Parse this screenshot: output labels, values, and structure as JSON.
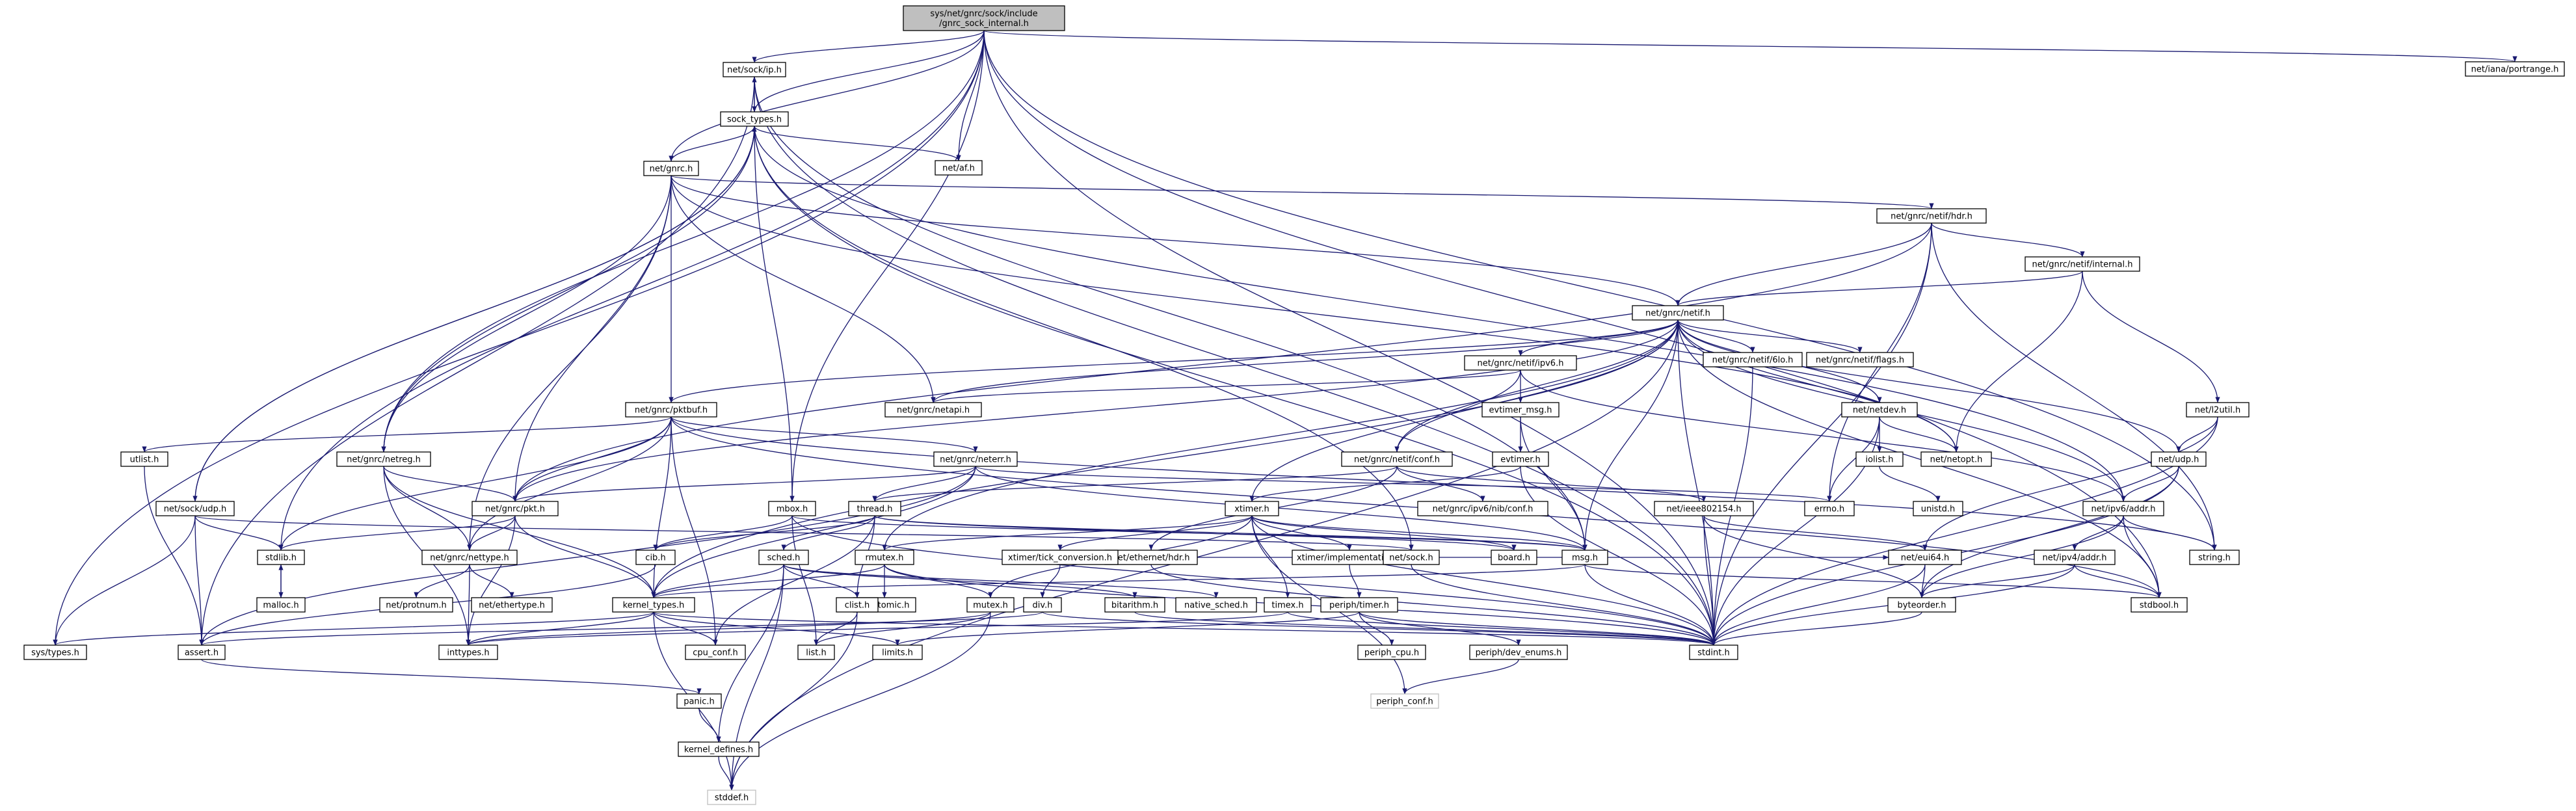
{
  "title": "sys/net/gnrc/sock/include/gnrc_sock_internal.h",
  "colors": {
    "edge": "#191970",
    "root_fill": "#bfbfbf",
    "node_border": "#000000",
    "ghost_border": "#bfbfbf"
  },
  "nodes": [
    {
      "id": "root",
      "lines": [
        "sys/net/gnrc/sock/include",
        "/gnrc_sock_internal.h"
      ],
      "root": true
    },
    {
      "id": "net_sock_ip",
      "lines": [
        "net/sock/ip.h"
      ]
    },
    {
      "id": "sock_types",
      "lines": [
        "sock_types.h"
      ]
    },
    {
      "id": "net_iana_portrange",
      "lines": [
        "net/iana/portrange.h"
      ]
    },
    {
      "id": "net_gnrc",
      "lines": [
        "net/gnrc.h"
      ]
    },
    {
      "id": "net_af",
      "lines": [
        "net/af.h"
      ]
    },
    {
      "id": "net_gnrc_netif_hdr",
      "lines": [
        "net/gnrc/netif/hdr.h"
      ]
    },
    {
      "id": "net_gnrc_netif_internal",
      "lines": [
        "net/gnrc/netif/internal.h"
      ]
    },
    {
      "id": "net_gnrc_netif",
      "lines": [
        "net/gnrc/netif.h"
      ]
    },
    {
      "id": "net_gnrc_netif_ipv6",
      "lines": [
        "net/gnrc/netif/ipv6.h"
      ]
    },
    {
      "id": "net_gnrc_netif_6lo",
      "lines": [
        "net/gnrc/netif/6lo.h"
      ]
    },
    {
      "id": "net_gnrc_netif_flags",
      "lines": [
        "net/gnrc/netif/flags.h"
      ]
    },
    {
      "id": "net_gnrc_netapi",
      "lines": [
        "net/gnrc/netapi.h"
      ]
    },
    {
      "id": "evtimer_msg",
      "lines": [
        "evtimer_msg.h"
      ]
    },
    {
      "id": "evtimer",
      "lines": [
        "evtimer.h"
      ]
    },
    {
      "id": "net_netdev",
      "lines": [
        "net/netdev.h"
      ]
    },
    {
      "id": "iolist",
      "lines": [
        "iolist.h"
      ]
    },
    {
      "id": "net_l2util",
      "lines": [
        "net/l2util.h"
      ]
    },
    {
      "id": "net_udp",
      "lines": [
        "net/udp.h"
      ]
    },
    {
      "id": "net_gnrc_pktbuf",
      "lines": [
        "net/gnrc/pktbuf.h"
      ]
    },
    {
      "id": "utlist",
      "lines": [
        "utlist.h"
      ]
    },
    {
      "id": "net_gnrc_netreg",
      "lines": [
        "net/gnrc/netreg.h"
      ]
    },
    {
      "id": "net_gnrc_netif_conf",
      "lines": [
        "net/gnrc/netif/conf.h"
      ]
    },
    {
      "id": "net_gnrc_ipv6_nib_conf",
      "lines": [
        "net/gnrc/ipv6/nib/conf.h"
      ]
    },
    {
      "id": "net_netopt",
      "lines": [
        "net/netopt.h"
      ]
    },
    {
      "id": "errno",
      "lines": [
        "errno.h"
      ]
    },
    {
      "id": "unistd",
      "lines": [
        "unistd.h"
      ]
    },
    {
      "id": "net_ipv6_addr",
      "lines": [
        "net/ipv6/addr.h"
      ]
    },
    {
      "id": "net_ipv4_addr",
      "lines": [
        "net/ipv4/addr.h"
      ]
    },
    {
      "id": "net_gnrc_nettest",
      "lines": [
        "net/gnrc/neterr.h"
      ]
    },
    {
      "id": "net_ieee802154",
      "lines": [
        "net/ieee802154.h"
      ]
    },
    {
      "id": "net_eui64",
      "lines": [
        "net/eui64.h"
      ]
    },
    {
      "id": "net_sock_udp",
      "lines": [
        "net/sock/udp.h"
      ]
    },
    {
      "id": "mbox",
      "lines": [
        "mbox.h"
      ]
    },
    {
      "id": "thread",
      "lines": [
        "thread.h"
      ]
    },
    {
      "id": "net_gnrc_pkt",
      "lines": [
        "net/gnrc/pkt.h"
      ]
    },
    {
      "id": "xtimer",
      "lines": [
        "xtimer.h"
      ]
    },
    {
      "id": "net_ethernet_hdr",
      "lines": [
        "net/ethernet/hdr.h"
      ]
    },
    {
      "id": "xtimer_implementation",
      "lines": [
        "xtimer/implementation.h"
      ]
    },
    {
      "id": "xtimer_tick_conversion",
      "lines": [
        "xtimer/tick_conversion.h"
      ]
    },
    {
      "id": "rmutex",
      "lines": [
        "rmutex.h"
      ]
    },
    {
      "id": "net_sock",
      "lines": [
        "net/sock.h"
      ]
    },
    {
      "id": "board",
      "lines": [
        "board.h"
      ]
    },
    {
      "id": "msg",
      "lines": [
        "msg.h"
      ]
    },
    {
      "id": "string",
      "lines": [
        "string.h"
      ]
    },
    {
      "id": "stdbool",
      "lines": [
        "stdbool.h"
      ]
    },
    {
      "id": "stdlib",
      "lines": [
        "stdlib.h"
      ]
    },
    {
      "id": "malloc",
      "lines": [
        "malloc.h"
      ]
    },
    {
      "id": "cib",
      "lines": [
        "cib.h"
      ]
    },
    {
      "id": "net_gnrc_nettype",
      "lines": [
        "net/gnrc/nettype.h"
      ]
    },
    {
      "id": "net_protnum",
      "lines": [
        "net/protnum.h"
      ]
    },
    {
      "id": "net_ethertype",
      "lines": [
        "net/ethertype.h"
      ]
    },
    {
      "id": "sched",
      "lines": [
        "sched.h"
      ]
    },
    {
      "id": "stdatomic",
      "lines": [
        "stdatomic.h"
      ]
    },
    {
      "id": "div",
      "lines": [
        "div.h"
      ]
    },
    {
      "id": "periph_timer",
      "lines": [
        "periph/timer.h"
      ]
    },
    {
      "id": "kernel_types",
      "lines": [
        "kernel_types.h"
      ]
    },
    {
      "id": "clist",
      "lines": [
        "clist.h"
      ]
    },
    {
      "id": "mutex",
      "lines": [
        "mutex.h"
      ]
    },
    {
      "id": "bitarithm",
      "lines": [
        "bitarithm.h"
      ]
    },
    {
      "id": "native_sched",
      "lines": [
        "native_sched.h"
      ]
    },
    {
      "id": "timex",
      "lines": [
        "timex.h"
      ]
    },
    {
      "id": "byteorder",
      "lines": [
        "byteorder.h"
      ]
    },
    {
      "id": "sys_types",
      "lines": [
        "sys/types.h"
      ]
    },
    {
      "id": "assert",
      "lines": [
        "assert.h"
      ]
    },
    {
      "id": "inttypes",
      "lines": [
        "inttypes.h"
      ]
    },
    {
      "id": "cpu_conf",
      "lines": [
        "cpu_conf.h"
      ]
    },
    {
      "id": "limits",
      "lines": [
        "limits.h"
      ]
    },
    {
      "id": "list",
      "lines": [
        "list.h"
      ]
    },
    {
      "id": "stdint",
      "lines": [
        "stdint.h"
      ]
    },
    {
      "id": "periph_cpu",
      "lines": [
        "periph_cpu.h"
      ]
    },
    {
      "id": "periph_dev_enums",
      "lines": [
        "periph/dev_enums.h"
      ]
    },
    {
      "id": "periph_conf",
      "lines": [
        "periph_conf.h"
      ],
      "ghost": true
    },
    {
      "id": "panic",
      "lines": [
        "panic.h"
      ]
    },
    {
      "id": "kernel_defines",
      "lines": [
        "kernel_defines.h"
      ]
    },
    {
      "id": "stddef",
      "lines": [
        "stddef.h"
      ],
      "ghost": true
    }
  ],
  "edges": [
    [
      "root",
      "net_sock_ip"
    ],
    [
      "root",
      "sock_types"
    ],
    [
      "root",
      "net_iana_portrange"
    ],
    [
      "root",
      "net_gnrc"
    ],
    [
      "root",
      "net_af"
    ],
    [
      "root",
      "mbox"
    ],
    [
      "root",
      "net_gnrc_netreg"
    ],
    [
      "root",
      "stdlib"
    ],
    [
      "root",
      "sys_types"
    ],
    [
      "root",
      "string"
    ],
    [
      "root",
      "stdbool"
    ],
    [
      "root",
      "stdint"
    ],
    [
      "net_sock_ip",
      "sock_types"
    ],
    [
      "net_sock_ip",
      "assert"
    ],
    [
      "net_sock_ip",
      "msg"
    ],
    [
      "net_sock_ip",
      "stdint"
    ],
    [
      "sock_types",
      "net_sock_ip"
    ],
    [
      "sock_types",
      "net_gnrc"
    ],
    [
      "sock_types",
      "net_af"
    ],
    [
      "sock_types",
      "mbox"
    ],
    [
      "sock_types",
      "net_sock_udp"
    ],
    [
      "sock_types",
      "net_gnrc_netreg"
    ],
    [
      "sock_types",
      "net_ipv6_addr"
    ],
    [
      "sock_types",
      "net_sock"
    ],
    [
      "sock_types",
      "stdint"
    ],
    [
      "net_gnrc",
      "net_gnrc_netif_hdr"
    ],
    [
      "net_gnrc",
      "net_gnrc_netif"
    ],
    [
      "net_gnrc",
      "net_gnrc_netapi"
    ],
    [
      "net_gnrc",
      "net_gnrc_pktbuf"
    ],
    [
      "net_gnrc",
      "net_gnrc_netreg"
    ],
    [
      "net_gnrc",
      "net_gnrc_pkt"
    ],
    [
      "net_gnrc",
      "net_gnrc_nettype"
    ],
    [
      "net_gnrc",
      "net_netopt"
    ],
    [
      "net_gnrc_netif_hdr",
      "net_gnrc_netif_internal"
    ],
    [
      "net_gnrc_netif_hdr",
      "net_gnrc_netif"
    ],
    [
      "net_gnrc_netif_hdr",
      "net_gnrc_pkt"
    ],
    [
      "net_gnrc_netif_hdr",
      "errno"
    ],
    [
      "net_gnrc_netif_hdr",
      "string"
    ],
    [
      "net_gnrc_netif_hdr",
      "stdint"
    ],
    [
      "net_gnrc_netif_internal",
      "net_gnrc_netif"
    ],
    [
      "net_gnrc_netif_internal",
      "net_l2util"
    ],
    [
      "net_gnrc_netif_internal",
      "net_netopt"
    ],
    [
      "net_gnrc_netif",
      "net_gnrc_netif_ipv6"
    ],
    [
      "net_gnrc_netif",
      "net_gnrc_netif_6lo"
    ],
    [
      "net_gnrc_netif",
      "net_gnrc_netif_flags"
    ],
    [
      "net_gnrc_netif",
      "net_gnrc_netif_conf"
    ],
    [
      "net_gnrc_netif",
      "net_gnrc_netapi"
    ],
    [
      "net_gnrc_netif",
      "net_netdev"
    ],
    [
      "net_gnrc_netif",
      "net_netopt"
    ],
    [
      "net_gnrc_netif",
      "net_ipv6_addr"
    ],
    [
      "net_gnrc_netif",
      "net_udp"
    ],
    [
      "net_gnrc_netif",
      "msg"
    ],
    [
      "net_gnrc_netif",
      "rmutex"
    ],
    [
      "net_gnrc_netif",
      "kernel_types"
    ],
    [
      "net_gnrc_netif",
      "stdbool"
    ],
    [
      "net_gnrc_netif",
      "stdint"
    ],
    [
      "net_gnrc_netif",
      "net_gnrc_pkt"
    ],
    [
      "net_gnrc_netif",
      "net_gnrc_pktbuf"
    ],
    [
      "net_gnrc_netif",
      "xtimer"
    ],
    [
      "net_gnrc_netif",
      "stddef"
    ],
    [
      "net_gnrc_netif_ipv6",
      "evtimer_msg"
    ],
    [
      "net_gnrc_netif_ipv6",
      "net_gnrc_netif_conf"
    ],
    [
      "net_gnrc_netif_ipv6",
      "net_ipv6_addr"
    ],
    [
      "net_gnrc_netif_ipv6",
      "net_gnrc_netapi"
    ],
    [
      "net_gnrc_netif_6lo",
      "stdint"
    ],
    [
      "evtimer_msg",
      "evtimer"
    ],
    [
      "evtimer_msg",
      "msg"
    ],
    [
      "evtimer",
      "xtimer"
    ],
    [
      "evtimer",
      "stdint"
    ],
    [
      "net_netdev",
      "iolist"
    ],
    [
      "net_netdev",
      "net_netopt"
    ],
    [
      "net_netdev",
      "errno"
    ],
    [
      "net_netdev",
      "stdint"
    ],
    [
      "iolist",
      "unistd"
    ],
    [
      "net_l2util",
      "net_eui64"
    ],
    [
      "net_l2util",
      "stdint"
    ],
    [
      "net_l2util",
      "net_udp"
    ],
    [
      "net_udp",
      "net_ipv6_addr"
    ],
    [
      "net_udp",
      "byteorder"
    ],
    [
      "net_udp",
      "stdint"
    ],
    [
      "net_gnrc_pktbuf",
      "utlist"
    ],
    [
      "net_gnrc_pktbuf",
      "net_gnrc_nettest"
    ],
    [
      "net_gnrc_pktbuf",
      "net_gnrc_pkt"
    ],
    [
      "net_gnrc_pktbuf",
      "net_gnrc_nettype"
    ],
    [
      "net_gnrc_pktbuf",
      "stdlib"
    ],
    [
      "net_gnrc_pktbuf",
      "string"
    ],
    [
      "net_gnrc_pktbuf",
      "cpu_conf"
    ],
    [
      "net_gnrc_pktbuf",
      "kernel_types"
    ],
    [
      "net_gnrc_pktbuf",
      "stdbool"
    ],
    [
      "utlist",
      "assert"
    ],
    [
      "net_gnrc_netreg",
      "net_gnrc_pkt"
    ],
    [
      "net_gnrc_netreg",
      "net_gnrc_nettype"
    ],
    [
      "net_gnrc_netreg",
      "kernel_types"
    ],
    [
      "net_gnrc_netreg",
      "inttypes"
    ],
    [
      "net_gnrc_netif_conf",
      "net_gnrc_ipv6_nib_conf"
    ],
    [
      "net_gnrc_netif_conf",
      "net_ieee802154"
    ],
    [
      "net_gnrc_netif_conf",
      "net_ethernet_hdr"
    ],
    [
      "net_gnrc_netif_conf",
      "thread"
    ],
    [
      "net_ipv6_addr",
      "net_ipv4_addr"
    ],
    [
      "net_ipv6_addr",
      "byteorder"
    ],
    [
      "net_ipv6_addr",
      "stdbool"
    ],
    [
      "net_ipv6_addr",
      "string"
    ],
    [
      "net_ipv4_addr",
      "byteorder"
    ],
    [
      "net_ipv4_addr",
      "stdbool"
    ],
    [
      "net_ipv4_addr",
      "stdint"
    ],
    [
      "net_gnrc_nettest",
      "errno"
    ],
    [
      "net_gnrc_nettest",
      "assert"
    ],
    [
      "net_gnrc_nettest",
      "kernel_types"
    ],
    [
      "net_gnrc_nettest",
      "net_gnrc_pkt"
    ],
    [
      "net_gnrc_nettest",
      "thread"
    ],
    [
      "net_gnrc_nettest",
      "msg"
    ],
    [
      "net_ieee802154",
      "net_eui64"
    ],
    [
      "net_ieee802154",
      "byteorder"
    ],
    [
      "net_ieee802154",
      "stdint"
    ],
    [
      "net_eui64",
      "byteorder"
    ],
    [
      "net_eui64",
      "stdint"
    ],
    [
      "net_sock_udp",
      "stdlib"
    ],
    [
      "net_sock_udp",
      "sys_types"
    ],
    [
      "net_sock_udp",
      "assert"
    ],
    [
      "net_sock_udp",
      "sock_types"
    ],
    [
      "net_sock_udp",
      "net_sock"
    ],
    [
      "mbox",
      "list"
    ],
    [
      "mbox",
      "cib"
    ],
    [
      "mbox",
      "msg"
    ],
    [
      "mbox",
      "stdint"
    ],
    [
      "thread",
      "clist"
    ],
    [
      "thread",
      "cib"
    ],
    [
      "thread",
      "msg"
    ],
    [
      "thread",
      "sched"
    ],
    [
      "thread",
      "board"
    ],
    [
      "thread",
      "cpu_conf"
    ],
    [
      "net_gnrc_pkt",
      "stdlib"
    ],
    [
      "net_gnrc_pkt",
      "net_gnrc_nettype"
    ],
    [
      "net_gnrc_pkt",
      "kernel_types"
    ],
    [
      "net_gnrc_pkt",
      "inttypes"
    ],
    [
      "xtimer",
      "xtimer_tick_conversion"
    ],
    [
      "xtimer",
      "xtimer_implementation"
    ],
    [
      "xtimer",
      "timex"
    ],
    [
      "xtimer",
      "msg"
    ],
    [
      "xtimer",
      "mutex"
    ],
    [
      "xtimer",
      "rmutex"
    ],
    [
      "xtimer",
      "stdint"
    ],
    [
      "xtimer",
      "board"
    ],
    [
      "xtimer",
      "periph_conf"
    ],
    [
      "net_ethernet_hdr",
      "stdint"
    ],
    [
      "net_ethernet_hdr",
      "net_eui64"
    ],
    [
      "xtimer_implementation",
      "periph_timer"
    ],
    [
      "xtimer_tick_conversion",
      "div"
    ],
    [
      "rmutex",
      "mutex"
    ],
    [
      "rmutex",
      "stdatomic"
    ],
    [
      "rmutex",
      "kernel_types"
    ],
    [
      "rmutex",
      "stdint"
    ],
    [
      "net_sock",
      "stdint"
    ],
    [
      "msg",
      "kernel_types"
    ],
    [
      "msg",
      "stdbool"
    ],
    [
      "msg",
      "stdint"
    ],
    [
      "stdlib",
      "malloc"
    ],
    [
      "malloc",
      "stdlib"
    ],
    [
      "cib",
      "assert"
    ],
    [
      "net_gnrc_nettype",
      "net_protnum"
    ],
    [
      "net_gnrc_nettype",
      "net_ethertype"
    ],
    [
      "net_gnrc_nettype",
      "inttypes"
    ],
    [
      "sched",
      "kernel_types"
    ],
    [
      "sched",
      "clist"
    ],
    [
      "sched",
      "bitarithm"
    ],
    [
      "sched",
      "native_sched"
    ],
    [
      "sched",
      "kernel_defines"
    ],
    [
      "sched",
      "stddef"
    ],
    [
      "div",
      "assert"
    ],
    [
      "div",
      "stdint"
    ],
    [
      "periph_timer",
      "periph_cpu"
    ],
    [
      "periph_timer",
      "periph_dev_enums"
    ],
    [
      "periph_timer",
      "limits"
    ],
    [
      "periph_timer",
      "stdint"
    ],
    [
      "kernel_types",
      "sys_types"
    ],
    [
      "kernel_types",
      "inttypes"
    ],
    [
      "kernel_types",
      "cpu_conf"
    ],
    [
      "kernel_types",
      "limits"
    ],
    [
      "kernel_types",
      "stdint"
    ],
    [
      "kernel_types",
      "stddef"
    ],
    [
      "clist",
      "list"
    ],
    [
      "clist",
      "stddef"
    ],
    [
      "mutex",
      "list"
    ],
    [
      "mutex",
      "inttypes"
    ],
    [
      "mutex",
      "stddef"
    ],
    [
      "bitarithm",
      "stdint"
    ],
    [
      "timex",
      "stdint"
    ],
    [
      "timex",
      "inttypes"
    ],
    [
      "byteorder",
      "stdint"
    ],
    [
      "assert",
      "panic"
    ],
    [
      "periph_dev_enums",
      "periph_conf"
    ],
    [
      "panic",
      "kernel_defines"
    ],
    [
      "kernel_defines",
      "stddef"
    ]
  ]
}
